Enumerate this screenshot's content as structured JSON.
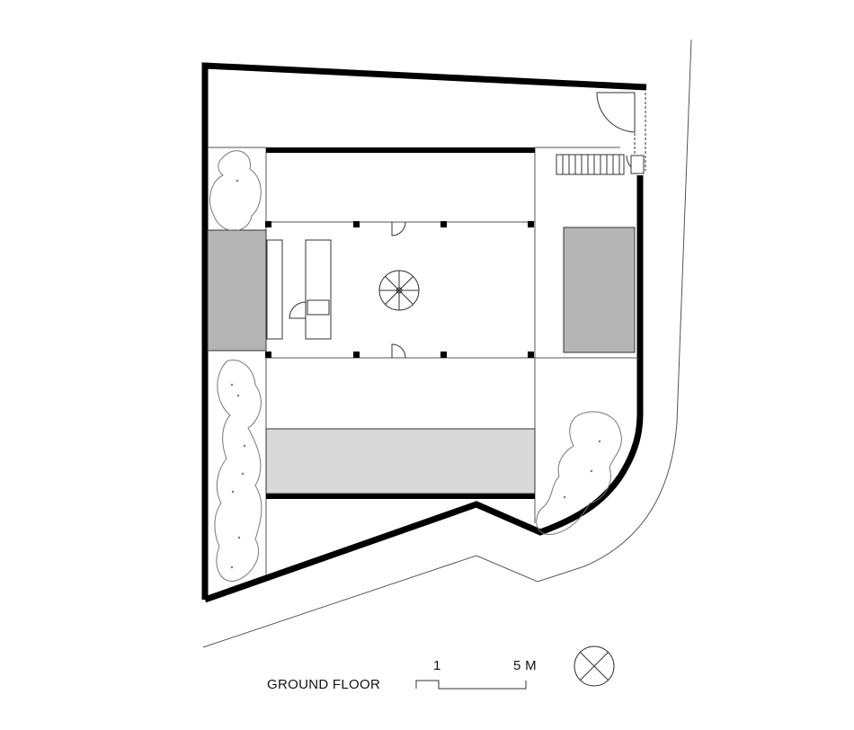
{
  "drawing": {
    "title": "GROUND FLOOR",
    "scale_bar": {
      "start_label": "1",
      "end_label": "5 M"
    }
  },
  "colors": {
    "wall": "#000000",
    "line": "#333333",
    "faint": "#888888",
    "dark_fill": "#b5b5b5",
    "light_fill": "#d9d9d9",
    "background": "#ffffff"
  },
  "icons": {
    "north": "north-arrow-icon",
    "stair": "spiral-stair-icon"
  }
}
